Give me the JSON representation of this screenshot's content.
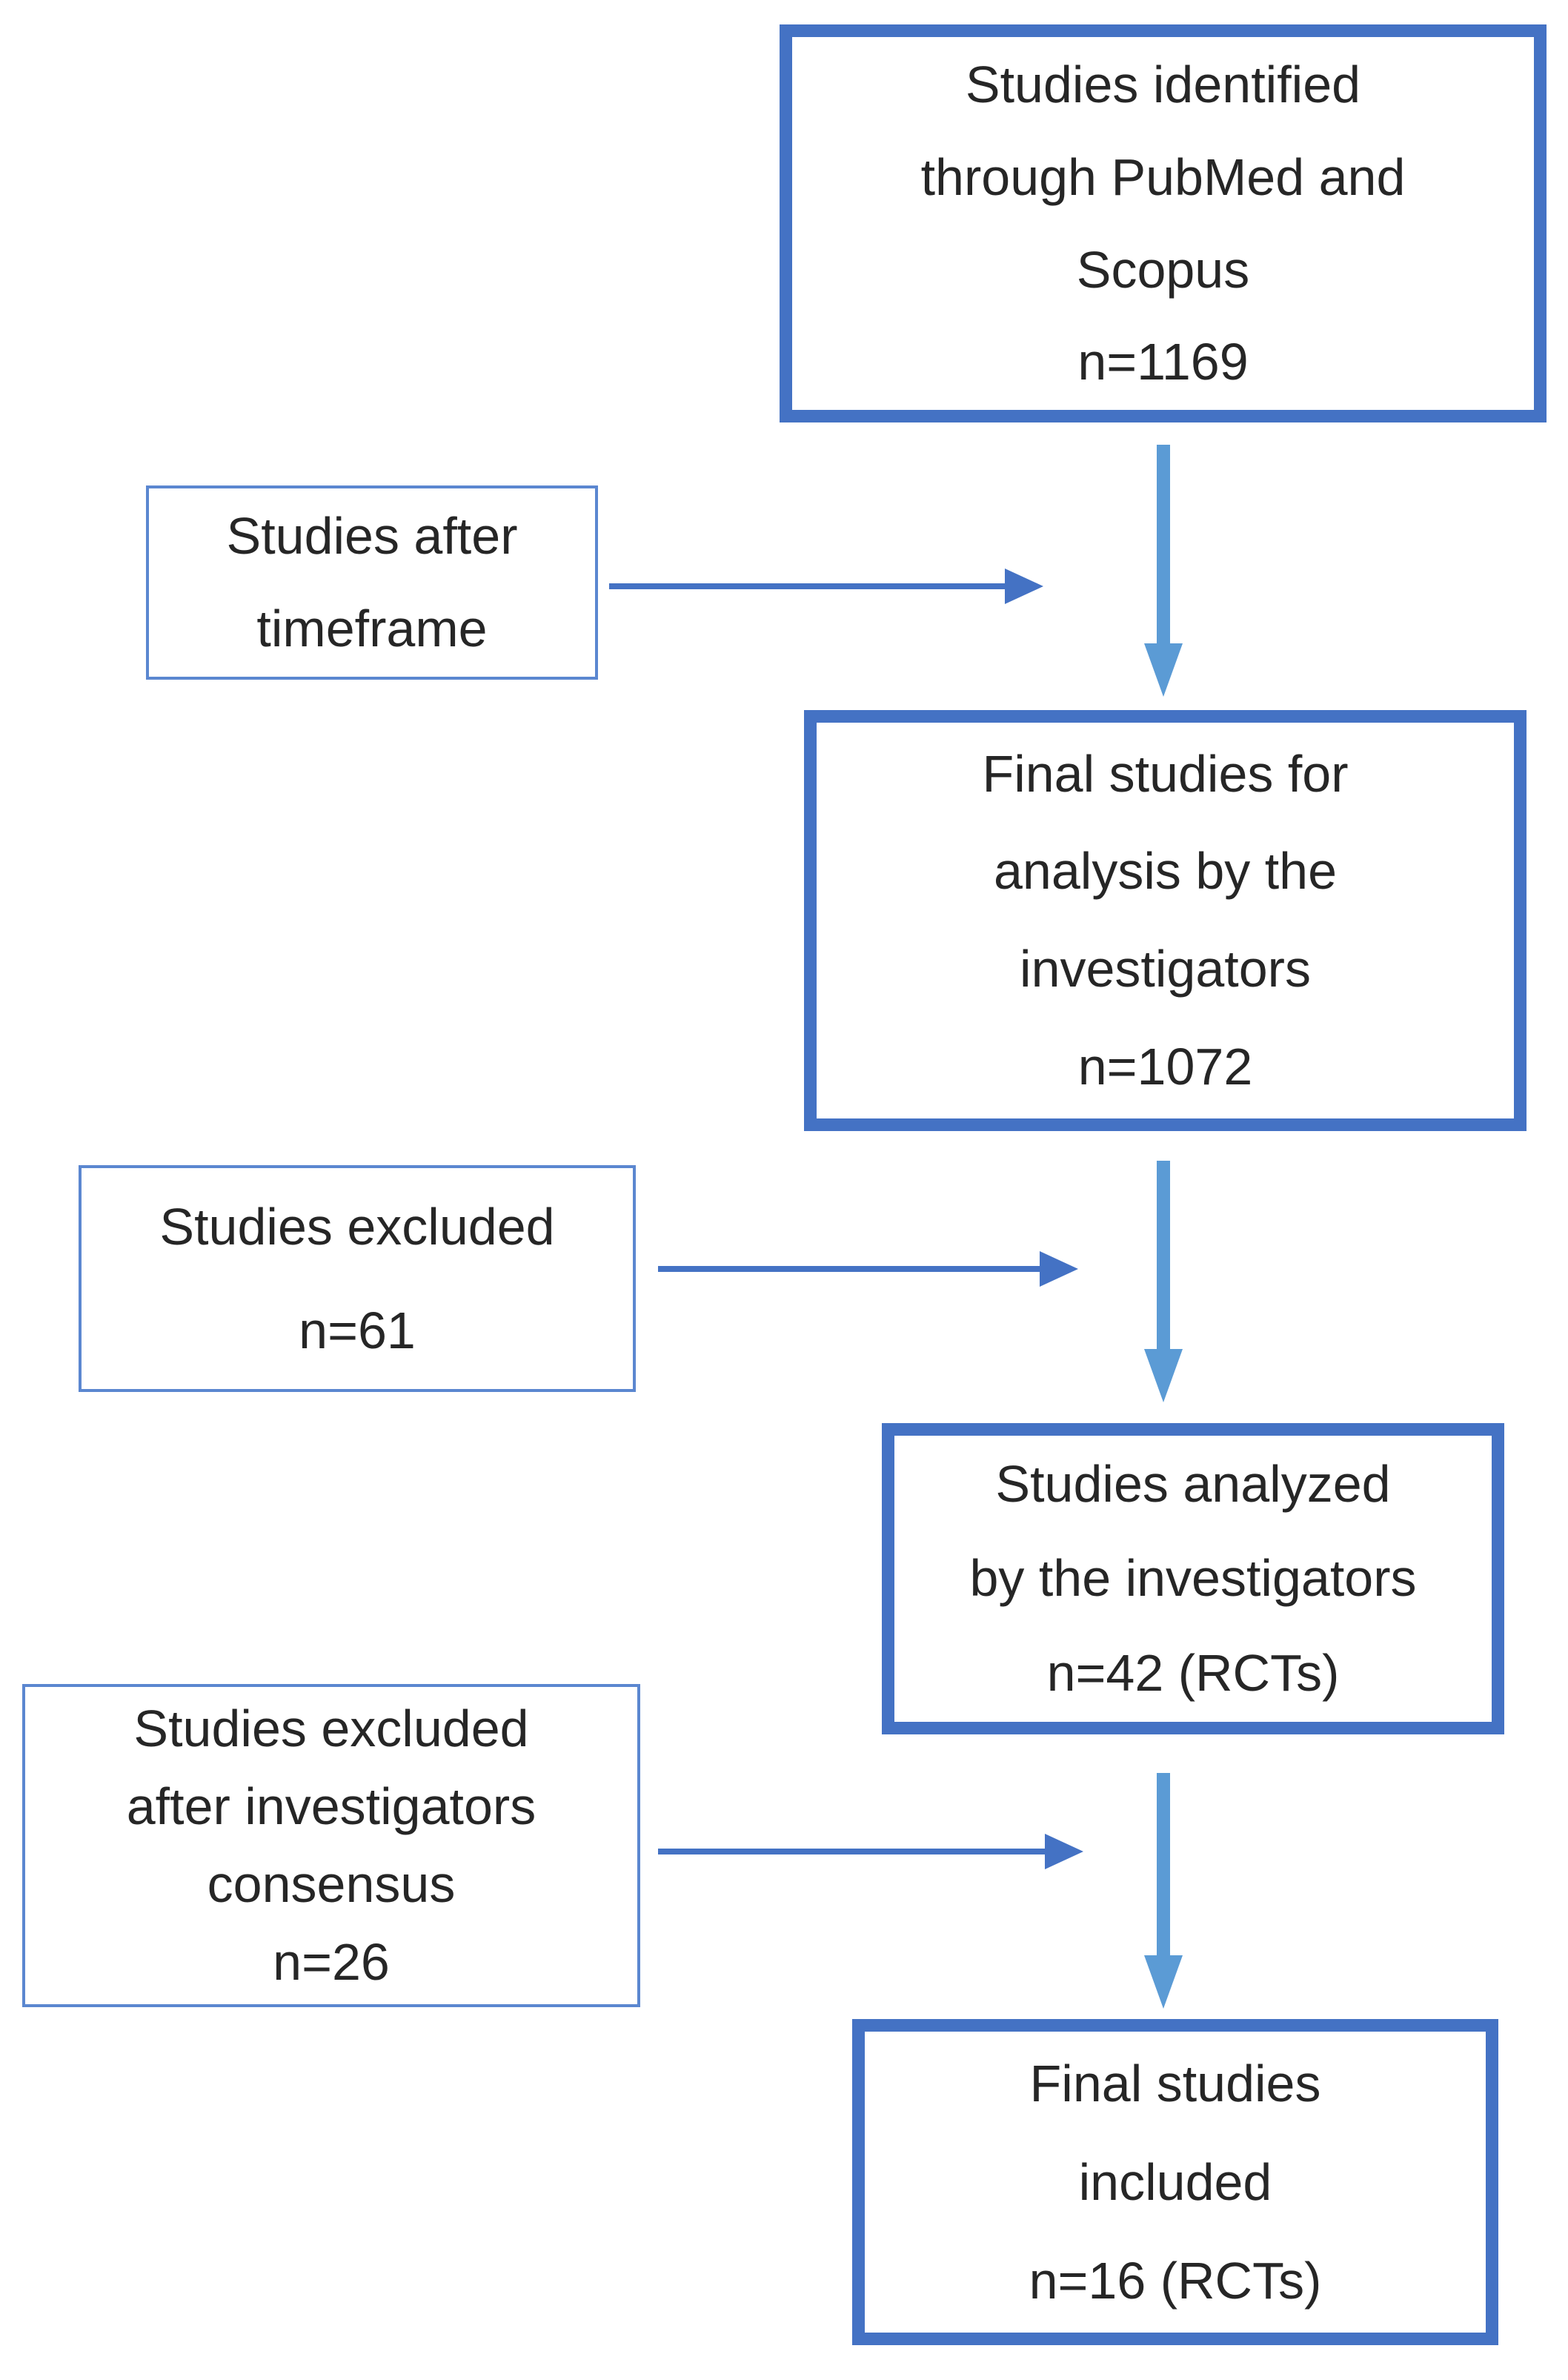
{
  "colors": {
    "background": "#ffffff",
    "text": "#262626",
    "thick_box_border": "#4472c4",
    "thin_box_border": "#5b87d0",
    "vertical_arrow": "#5b9bd5",
    "horizontal_arrow": "#4472c4"
  },
  "main_boxes": [
    {
      "name": "studies-identified",
      "lines": [
        "Studies identified",
        "through PubMed and",
        "Scopus",
        "n=1169"
      ]
    },
    {
      "name": "final-studies-for-analysis",
      "lines": [
        "Final studies for",
        "analysis by the",
        "investigators",
        "n=1072"
      ]
    },
    {
      "name": "studies-analyzed",
      "lines": [
        "Studies analyzed",
        "by the investigators",
        "n=42 (RCTs)"
      ]
    },
    {
      "name": "final-studies-included",
      "lines": [
        "Final studies",
        "included",
        "n=16 (RCTs)"
      ]
    }
  ],
  "side_boxes": [
    {
      "name": "studies-after-timeframe",
      "lines": [
        "Studies after",
        "timeframe"
      ]
    },
    {
      "name": "studies-excluded",
      "lines": [
        "Studies excluded",
        "n=61"
      ]
    },
    {
      "name": "studies-excluded-after-consensus",
      "lines": [
        "Studies excluded",
        "after investigators",
        "consensus",
        "n=26"
      ]
    }
  ]
}
